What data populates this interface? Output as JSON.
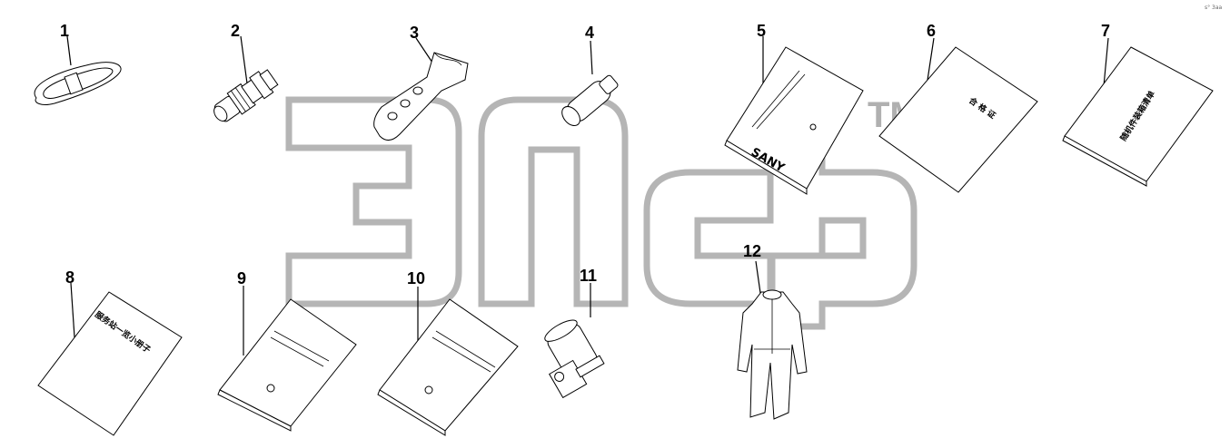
{
  "diagram": {
    "watermark_tm": "TM",
    "corner_code": "s° 3aa",
    "items": [
      {
        "id": "item-1",
        "number": "1"
      },
      {
        "id": "item-2",
        "number": "2"
      },
      {
        "id": "item-3",
        "number": "3"
      },
      {
        "id": "item-4",
        "number": "4"
      },
      {
        "id": "item-5",
        "number": "5",
        "brand": "SANY"
      },
      {
        "id": "item-6",
        "number": "6",
        "cover": "合 格 证"
      },
      {
        "id": "item-7",
        "number": "7",
        "cover": "随机件装箱清单"
      },
      {
        "id": "item-8",
        "number": "8",
        "cover": "服务站一览小册子"
      },
      {
        "id": "item-9",
        "number": "9"
      },
      {
        "id": "item-10",
        "number": "10"
      },
      {
        "id": "item-11",
        "number": "11"
      },
      {
        "id": "item-12",
        "number": "12"
      }
    ]
  }
}
